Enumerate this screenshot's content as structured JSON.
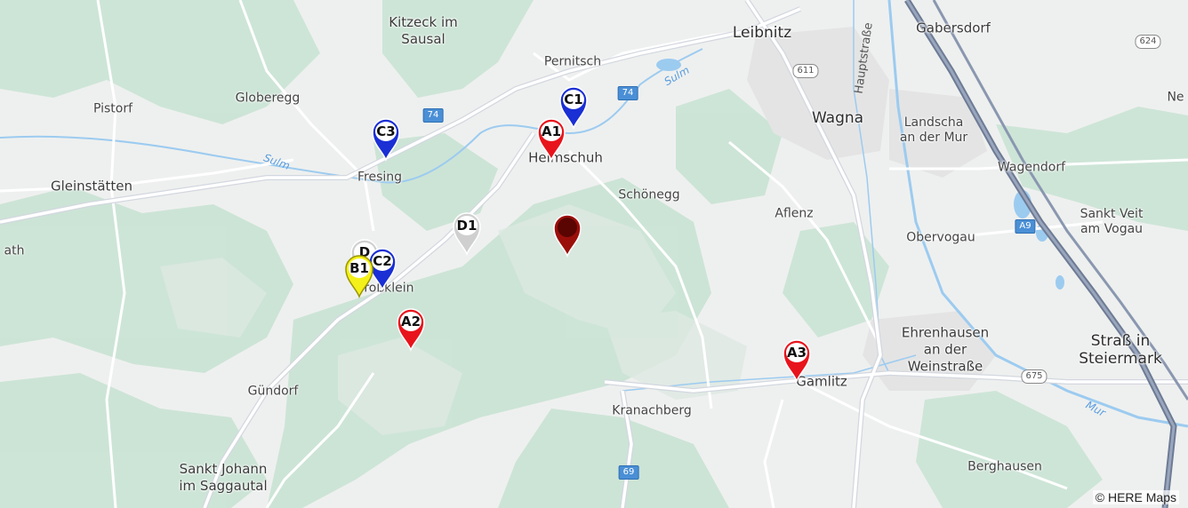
{
  "map": {
    "copyright": "© HERE Maps",
    "places": {
      "kitzeck": "Kitzeck im\nSausal",
      "pernitsch": "Pernitsch",
      "leibnitz": "Leibnitz",
      "gabersdorf": "Gabersdorf",
      "pistorf": "Pistorf",
      "globeregg": "Globeregg",
      "wagna": "Wagna",
      "landscha": "Landscha\nan der Mur",
      "heimschuh": "Heimschuh",
      "fresing": "Fresing",
      "gleinstatten": "Gleinstätten",
      "schonegg": "Schönegg",
      "wagendorf": "Wagendorf",
      "aflenz": "Aflenz",
      "sanktveit": "Sankt Veit\nam Vogau",
      "obervogau": "Obervogau",
      "ath": "ath",
      "grossklein": "Großklein",
      "ehrenhausen": "Ehrenhausen\nan der\nWeinstraße",
      "strass": "Straß in\nSteiermark",
      "gundorf": "Gündorf",
      "gamlitz": "Gamlitz",
      "kranachberg": "Kranachberg",
      "berghausen": "Berghausen",
      "sanktjohann": "Sankt Johann\nim Saggautal",
      "ne": "Ne"
    },
    "roads": {
      "r611": "611",
      "r624": "624",
      "r74a": "74",
      "r74b": "74",
      "a9": "A9",
      "r675": "675",
      "r69": "69",
      "hauptstrasse": "Hauptstraße"
    },
    "rivers": {
      "sulm1": "Sulm",
      "sulm2": "Sulm",
      "mur": "Mur"
    },
    "markers": [
      {
        "id": "C1",
        "label": "C1",
        "color": "#1a2fd4"
      },
      {
        "id": "A1",
        "label": "A1",
        "color": "#e8141c"
      },
      {
        "id": "C3",
        "label": "C3",
        "color": "#1a2fd4"
      },
      {
        "id": "D1",
        "label": "D1",
        "color": "#cfcfcf"
      },
      {
        "id": "dark",
        "label": "",
        "color": "#9b0f0a"
      },
      {
        "id": "D-hidden",
        "label": "D",
        "color": "#cfcfcf"
      },
      {
        "id": "C2",
        "label": "C2",
        "color": "#1a2fd4"
      },
      {
        "id": "B1",
        "label": "B1",
        "color": "#f4f01a"
      },
      {
        "id": "A2",
        "label": "A2",
        "color": "#e8141c"
      },
      {
        "id": "A3",
        "label": "A3",
        "color": "#e8141c"
      }
    ]
  }
}
